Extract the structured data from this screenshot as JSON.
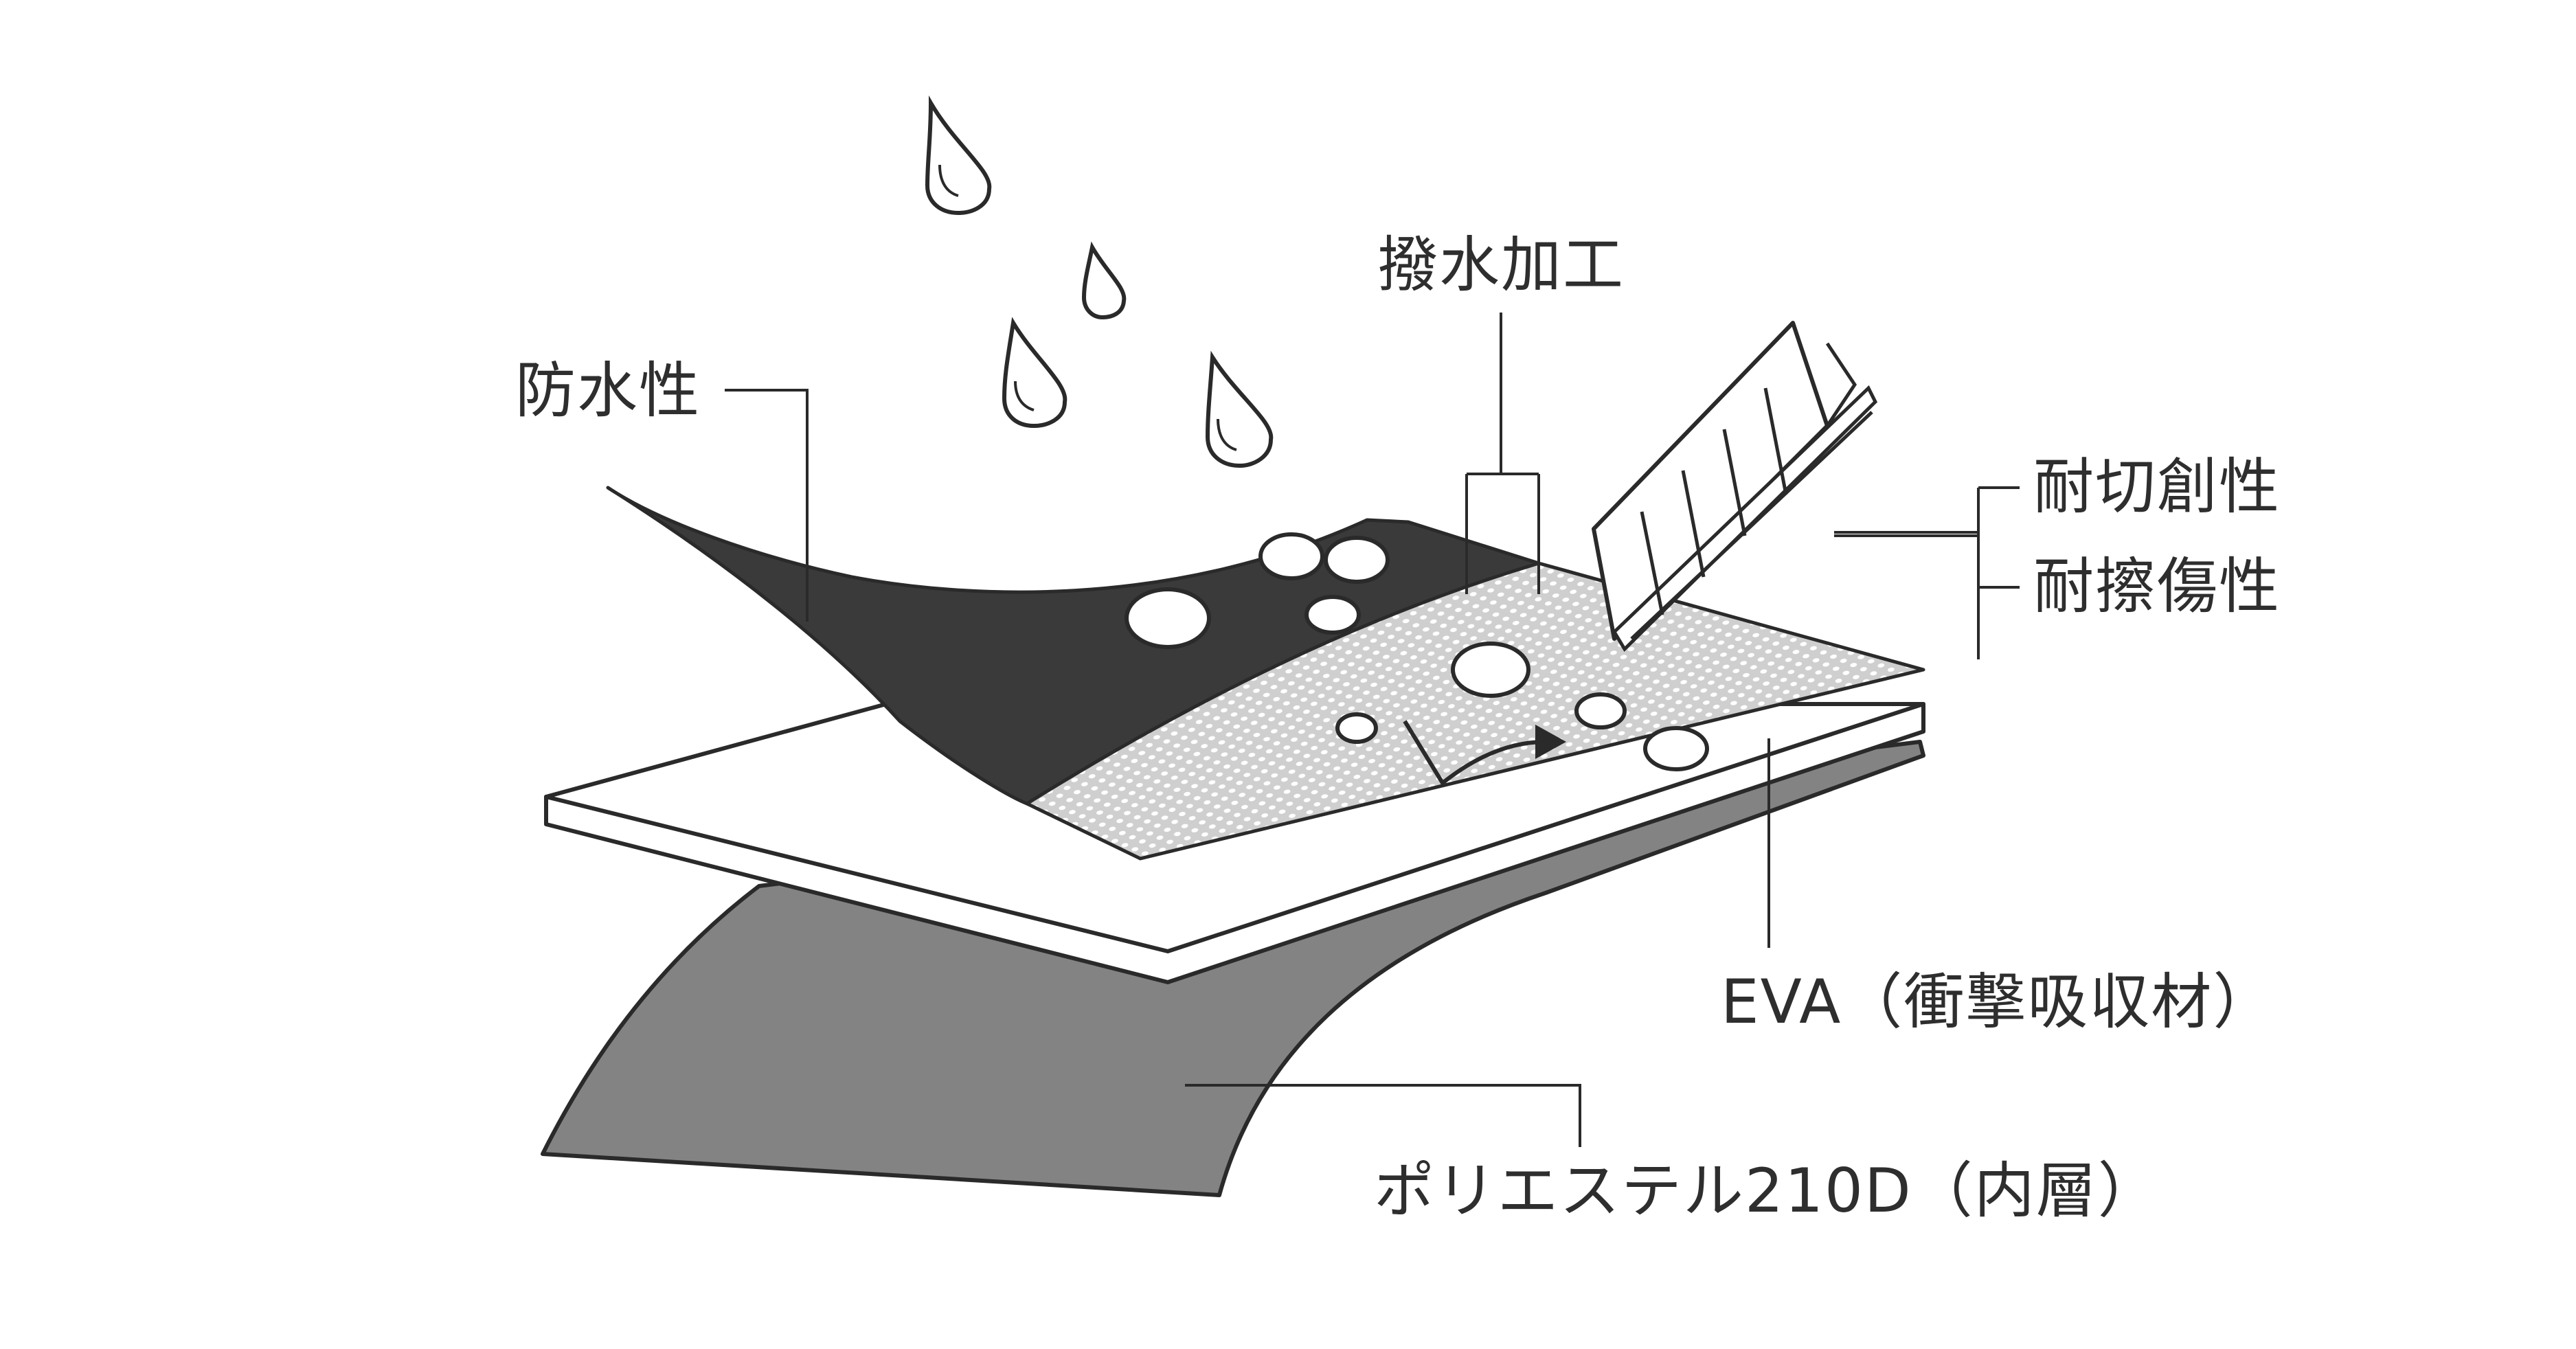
{
  "labels": {
    "waterproof": "防水性",
    "water_repellent": "撥水加工",
    "cut_resistance": "耐切創性",
    "scratch_resistance": "耐擦傷性",
    "eva": "EVA（衝撃吸収材）",
    "polyester": "ポリエステル210D（内層）"
  },
  "colors": {
    "outline": "#2a2a2a",
    "top_layer": "#3a3a3a",
    "mesh_base": "#d9d9d9",
    "mesh_dot": "#ffffff",
    "eva_layer": "#ffffff",
    "polyester_layer": "#838383",
    "drop_fill": "#ffffff",
    "text": "#2e2e2e"
  },
  "icons": [
    "water-drop-icon",
    "blade-icon",
    "arrow-icon"
  ]
}
